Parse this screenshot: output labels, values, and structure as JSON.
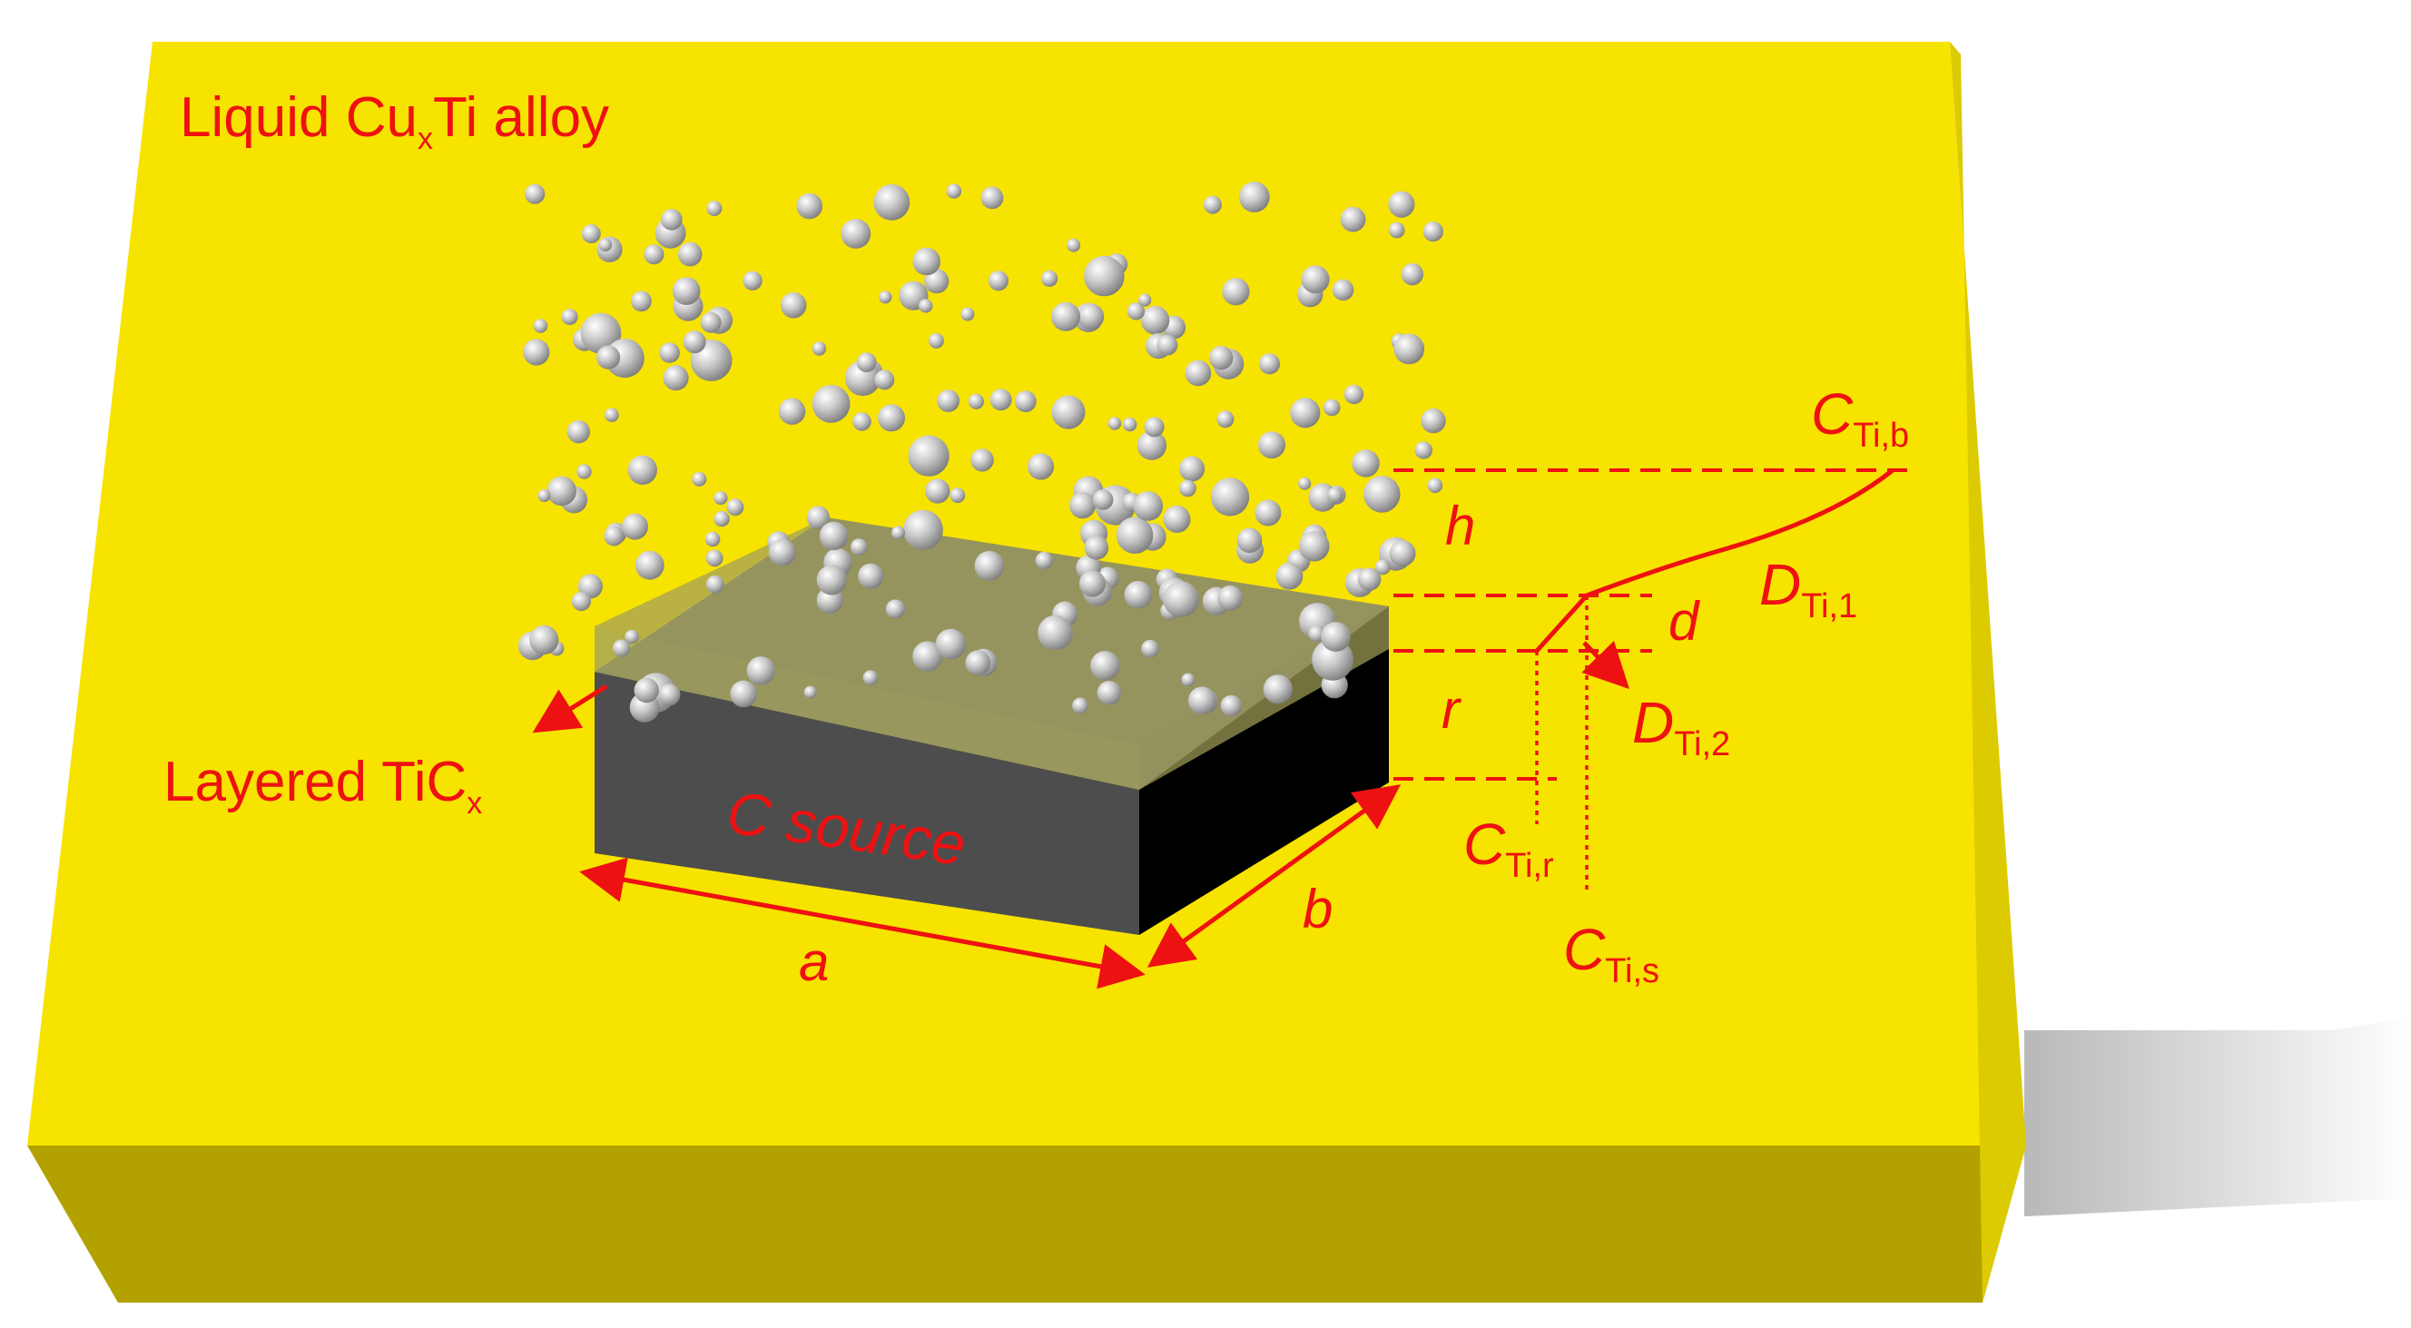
{
  "colors": {
    "plate_top": "#f7e300",
    "plate_front": "#b3a100",
    "plate_right": "#dccb00",
    "label_red": "#ee1111",
    "block_top": "#6c6c6c",
    "block_front": "#4d4d4d",
    "block_side": "#000000",
    "tic_layer": "#a4a25a",
    "sphere": "#c8c8c8"
  },
  "labels": {
    "alloy_prefix": "Liquid Cu",
    "alloy_sub": "x",
    "alloy_suffix": "Ti alloy",
    "tic_prefix": "Layered TiC",
    "tic_sub": "x",
    "source": "C source",
    "dim_a": "a",
    "dim_b": "b",
    "dim_h": "h",
    "dim_d": "d",
    "dim_r": "r",
    "c_main": "C",
    "d_main": "D",
    "c_ti_b_sub": "Ti,b",
    "d_ti_1_sub": "Ti,1",
    "d_ti_2_sub": "Ti,2",
    "c_ti_r_sub": "Ti,r",
    "c_ti_s_sub": "Ti,s"
  },
  "icons": {
    "particles": "titanium-atom-spheres",
    "arrows": "red-arrow"
  }
}
